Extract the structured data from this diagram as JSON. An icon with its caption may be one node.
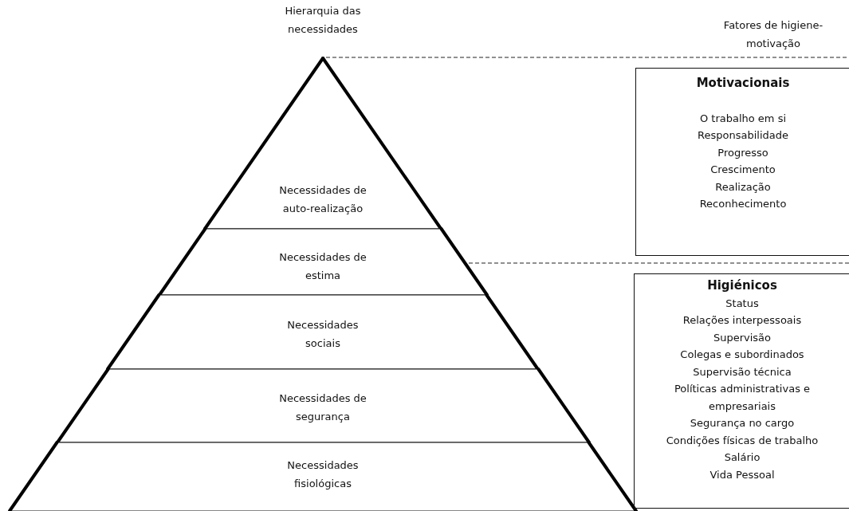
{
  "diagram": {
    "nodes": [
      {
        "text": [
          "Necessidades de auto-realização"
        ]
      },
      {
        "text": [
          "Necessidades de estima"
        ]
      },
      {
        "text": [
          "Necessidades sociais"
        ]
      },
      {
        "text": [
          "Necessidades de segurança"
        ]
      },
      {
        "text": [
          "Necessidades fisiológicas"
        ]
      },
      {
        "text": [
          "Motivacionais",
          "O trabalho em si",
          "Responsabilidade",
          "Progresso",
          "Crescimento",
          "Realização",
          "Reconhecimento"
        ]
      },
      {
        "text": [
          "Higiénicos",
          "Status",
          "Relações interpessoais",
          "Supervisão",
          "Colegas e subordinados",
          "Supervisão técnica",
          "Políticas administrativas e empresariais",
          "Segurança no cargo",
          "Condições físicas de trabalho",
          "Salário",
          "Vida Pessoal"
        ]
      }
    ],
    "edges": [],
    "labels": [
      "Hierarquia das necessidades",
      "Fatores de higiene-motivação"
    ]
  }
}
